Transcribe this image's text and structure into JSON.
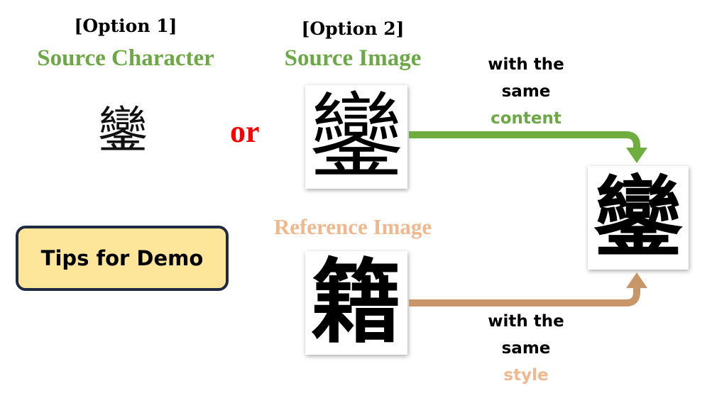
{
  "option1": {
    "label": "[Option 1]",
    "title": "Source Character",
    "character": "鑾"
  },
  "or_text": "or",
  "option2": {
    "label": "[Option 2]",
    "title": "Source Image",
    "image_glyph": "鑾"
  },
  "reference": {
    "title": "Reference Image",
    "image_glyph": "籍"
  },
  "output": {
    "image_glyph": "鑾"
  },
  "content_note": {
    "line1": "with the",
    "line2": "same",
    "accent": "content"
  },
  "style_note": {
    "line1": "with the",
    "line2": "same",
    "accent": "style"
  },
  "tips_button": {
    "label": "Tips for Demo"
  },
  "colors": {
    "green": "#6ca844",
    "orange": "#f1b88e",
    "arrow_green": "#6fae3e",
    "arrow_brown": "#c9966a",
    "or_red": "#ff0000",
    "button_fill": "#fde59a",
    "button_border": "#1f2a44"
  }
}
